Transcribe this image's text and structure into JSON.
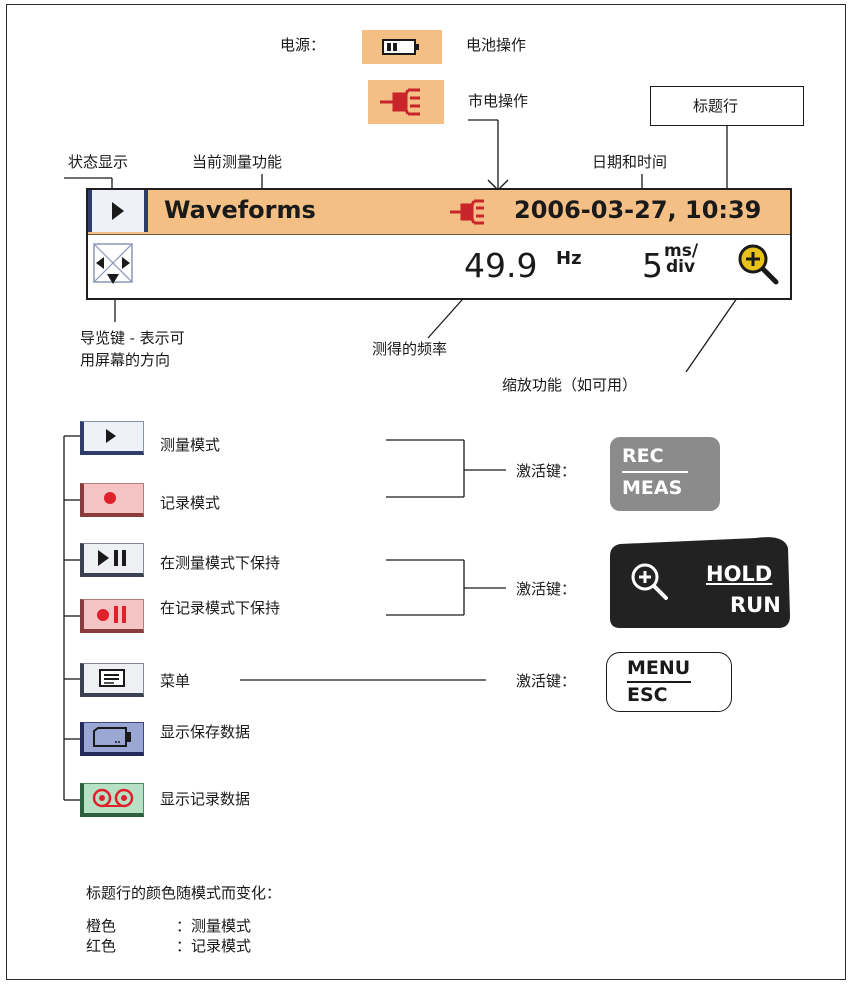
{
  "power": {
    "label": "电源：",
    "battery_label": "电池操作",
    "mains_label": "市电操作"
  },
  "callouts": {
    "title_row": "标题行",
    "status_display": "状态显示",
    "current_function": "当前测量功能",
    "date_time": "日期和时间",
    "nav_keys_line1": "导览键 - 表示可",
    "nav_keys_line2": "用屏幕的方向",
    "measured_frequency": "测得的频率",
    "zoom_function": "缩放功能（如可用）"
  },
  "title_bar": {
    "function_name": "Waveforms",
    "datetime": "2006-03-27, 10:39",
    "frequency_value": "49.9",
    "frequency_unit": "Hz",
    "timebase_value": "5",
    "timebase_unit_top": "ms/",
    "timebase_unit_bottom": "div"
  },
  "modes": {
    "measure": "测量模式",
    "record": "记录模式",
    "hold_measure": "在测量模式下保持",
    "hold_record": "在记录模式下保持",
    "menu": "菜单",
    "show_saved": "显示保存数据",
    "show_recorded": "显示记录数据"
  },
  "activation_key_label": "激活键：",
  "keys": {
    "rec_top": "REC",
    "rec_bottom": "MEAS",
    "hold_top": "HOLD",
    "hold_bottom": "RUN",
    "menu_top": "MENU",
    "menu_bottom": "ESC"
  },
  "footer": {
    "heading": "标题行的颜色随模式而变化：",
    "orange_label": "橙色",
    "orange_value": "：测量模式",
    "red_label": "红色",
    "red_value": "：记录模式"
  },
  "colors": {
    "title_bar_orange": "#f4bf84",
    "mains_plug_red": "#c8242a",
    "zoom_yellow": "#e8c21a",
    "record_red": "#e0202a"
  }
}
